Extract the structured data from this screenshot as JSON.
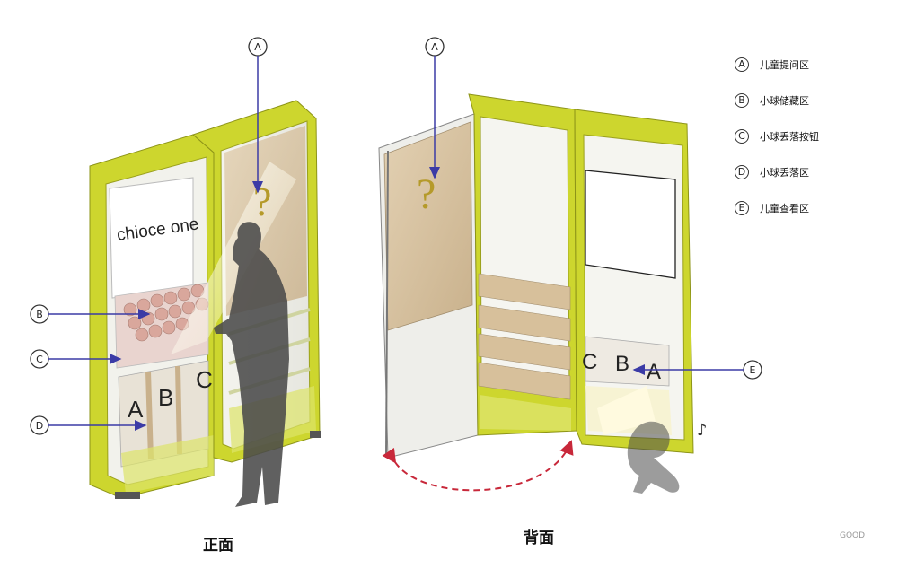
{
  "legend": [
    {
      "letter": "A",
      "text": "儿童提问区"
    },
    {
      "letter": "B",
      "text": "小球储藏区"
    },
    {
      "letter": "C",
      "text": "小球丢落按钮"
    },
    {
      "letter": "D",
      "text": "小球丢落区"
    },
    {
      "letter": "E",
      "text": "儿童查看区"
    }
  ],
  "front": {
    "caption": "正面",
    "screen_text": "chioce one",
    "question_mark": "?",
    "slot_letters": [
      "A",
      "B",
      "C"
    ],
    "callouts": [
      "A",
      "B",
      "C",
      "D"
    ]
  },
  "back": {
    "caption": "背面",
    "question_mark": "?",
    "slot_letters": [
      "C",
      "B",
      "A"
    ],
    "callouts": [
      "A",
      "E"
    ],
    "music_note": "♪"
  },
  "colors": {
    "frame": "#cdd62e",
    "frame_dark": "#a8b020",
    "wood": "#d9c4a3",
    "arrow": "#3b3ba6",
    "swing_arrow": "#c8283a",
    "silhouette": "#4a4a4a"
  },
  "watermark": "GOOD"
}
